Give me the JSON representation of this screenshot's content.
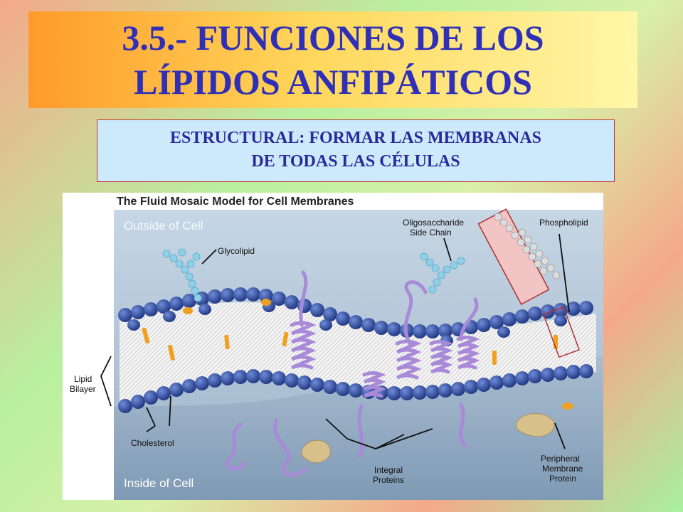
{
  "title": {
    "line1": "3.5.- FUNCIONES DE LOS",
    "line2": "LÍPIDOS ANFIPÁTICOS"
  },
  "subtitle": {
    "line1": "ESTRUCTURAL: FORMAR LAS MEMBRANAS",
    "line2": "DE TODAS LAS CÉLULAS"
  },
  "diagram": {
    "title": "The Fluid Mosaic Model for Cell Membranes",
    "outside_label": "Outside of Cell",
    "inside_label": "Inside of Cell",
    "labels": {
      "glycolipid": "Glycolipid",
      "oligosaccharide_1": "Oligosaccharide",
      "oligosaccharide_2": "Side Chain",
      "phospholipid": "Phospholipid",
      "lipid_bilayer_1": "Lipid",
      "lipid_bilayer_2": "Bilayer",
      "cholesterol": "Cholesterol",
      "integral_1": "Integral",
      "integral_2": "Proteins",
      "peripheral_1": "Peripheral",
      "peripheral_2": "Membrane",
      "peripheral_3": "Protein"
    },
    "colors": {
      "head": "#2f4a9e",
      "cholesterol": "#f0a020",
      "protein": "#a88ad8",
      "carbohydrate": "#8fd0e8",
      "peripheral": "#d8c08a"
    }
  }
}
